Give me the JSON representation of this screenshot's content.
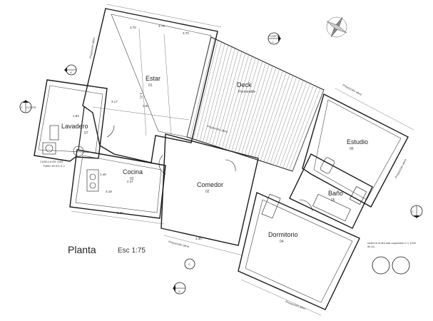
{
  "title": "Planta",
  "scale": "Esc 1:75",
  "rooms": {
    "estar": {
      "name": "Estar",
      "num": "01"
    },
    "comedor": {
      "name": "Comedor",
      "num": "02"
    },
    "cocina": {
      "name": "Cocina",
      "num": "02"
    },
    "lavadero": {
      "name": "Lavadero",
      "num": "07"
    },
    "deck": {
      "name": "Deck",
      "sub": "Permeable"
    },
    "estudio": {
      "name": "Estudio",
      "num": "06"
    },
    "bano": {
      "name": "Baño",
      "num": "05"
    },
    "dormitorio": {
      "name": "Dormitorio",
      "num": "04"
    }
  },
  "dims": {
    "d1": "3.75",
    "d2": "3.70",
    "d3": "3.70",
    "d4": "4.21",
    "d5": "3.17",
    "d6": "3.81",
    "d7": "1.83",
    "d8": "2.37",
    "d9": "3.20",
    "d10": "3.30",
    "d11": "1.46",
    "d12": "3.19"
  },
  "projection": "Proyección alero",
  "cellar_label": "CASILLA DE GAS",
  "cellar_sub": "TUBO 45 KG X 2",
  "tank_note": "cisterna enterrada capacidad 2 x 1000 lts c/u",
  "cortes": {
    "a": "A",
    "b": "B",
    "c": "C",
    "l": "L"
  },
  "corte_label": "CORTE",
  "colors": {
    "line": "#1a1a1a",
    "light": "#666666",
    "hatch": "#888888"
  }
}
